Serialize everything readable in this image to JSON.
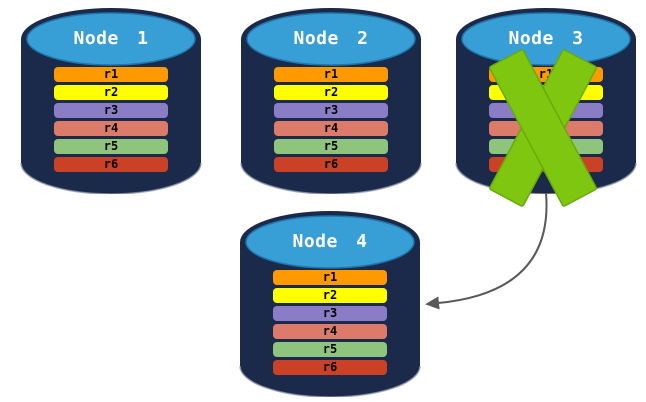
{
  "colors": {
    "cylinder_body": "#1B2A4A",
    "cylinder_top": "#389FD6",
    "cylinder_top_edge": "#1E76AC",
    "cylinder_bottom_edge": "#8C98AC",
    "node_label_text": "#FFFFFF",
    "row_label_text": "#000000",
    "failure_x": "#7EC60F",
    "failure_x_edge": "#69A90D",
    "arrow": "#595959"
  },
  "nodes": [
    {
      "label": "Node 1",
      "crossed_out": false,
      "rows": [
        {
          "label": "r1",
          "color": "#FF9900"
        },
        {
          "label": "r2",
          "color": "#FFFF00"
        },
        {
          "label": "r3",
          "color": "#8B7CC6"
        },
        {
          "label": "r4",
          "color": "#DD7B6B"
        },
        {
          "label": "r5",
          "color": "#8FC47D"
        },
        {
          "label": "r6",
          "color": "#CB4125"
        }
      ]
    },
    {
      "label": "Node 2",
      "crossed_out": false,
      "rows": [
        {
          "label": "r1",
          "color": "#FF9900"
        },
        {
          "label": "r2",
          "color": "#FFFF00"
        },
        {
          "label": "r3",
          "color": "#8B7CC6"
        },
        {
          "label": "r4",
          "color": "#DD7B6B"
        },
        {
          "label": "r5",
          "color": "#8FC47D"
        },
        {
          "label": "r6",
          "color": "#CB4125"
        }
      ]
    },
    {
      "label": "Node 3",
      "crossed_out": true,
      "rows": [
        {
          "label": "r1",
          "color": "#FF9900"
        },
        {
          "label": "r2",
          "color": "#FFFF00"
        },
        {
          "label": "r3",
          "color": "#8B7CC6"
        },
        {
          "label": "r4",
          "color": "#DD7B6B"
        },
        {
          "label": "r5",
          "color": "#8FC47D"
        },
        {
          "label": "r6",
          "color": "#CB4125"
        }
      ]
    },
    {
      "label": "Node 4",
      "crossed_out": false,
      "rows": [
        {
          "label": "r1",
          "color": "#FF9900"
        },
        {
          "label": "r2",
          "color": "#FFFF00"
        },
        {
          "label": "r3",
          "color": "#8B7CC6"
        },
        {
          "label": "r4",
          "color": "#DD7B6B"
        },
        {
          "label": "r5",
          "color": "#8FC47D"
        },
        {
          "label": "r6",
          "color": "#CB4125"
        }
      ]
    }
  ],
  "annotations": {
    "failure_x": {
      "node": "Node 3"
    },
    "replication_arrow": {
      "from": "Node 3",
      "to": "Node 4"
    }
  }
}
